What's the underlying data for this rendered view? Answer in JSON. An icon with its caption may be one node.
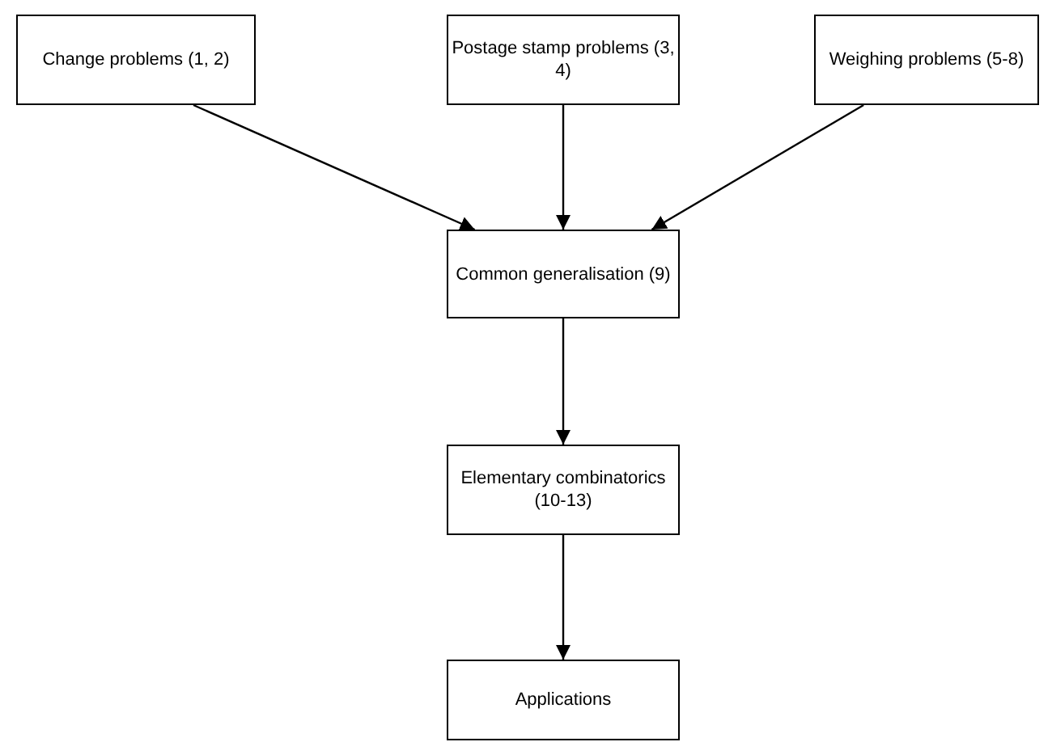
{
  "diagram": {
    "nodes": [
      {
        "text": [
          "Change problems (1, 2)"
        ]
      },
      {
        "text": [
          "Postage stamp problems (3, 4)"
        ]
      },
      {
        "text": [
          "Weighing problems (5-8)"
        ]
      },
      {
        "text": [
          "Common generalisation (9)"
        ]
      },
      {
        "text": [
          "Elementary combinatorics (10-13)"
        ]
      },
      {
        "text": [
          "Applications"
        ]
      }
    ],
    "edges": [
      {
        "from": 0,
        "to": 3,
        "arrow": "to"
      },
      {
        "from": 1,
        "to": 3,
        "arrow": "to"
      },
      {
        "from": 2,
        "to": 3,
        "arrow": "to"
      },
      {
        "from": 3,
        "to": 4,
        "arrow": "to"
      },
      {
        "from": 4,
        "to": 5,
        "arrow": "to"
      }
    ]
  }
}
